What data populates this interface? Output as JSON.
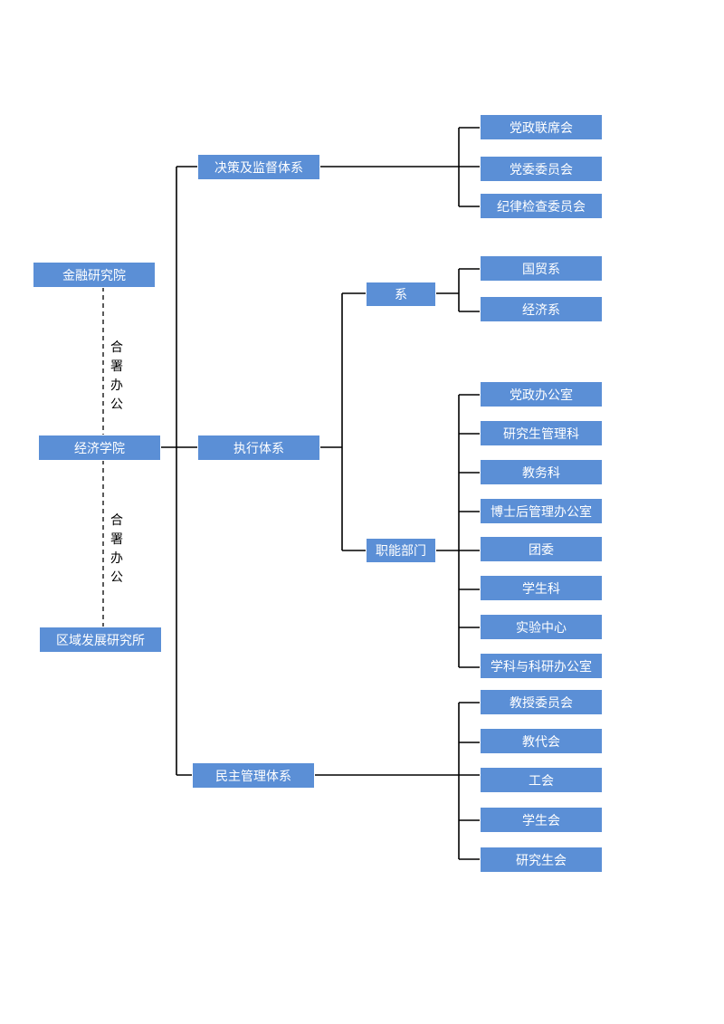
{
  "affiliates": {
    "top": "金融研究院",
    "center": "经济学院",
    "bottom": "区域发展研究所",
    "co_office_top": [
      "合",
      "署",
      "办",
      "公"
    ],
    "co_office_bottom": [
      "合",
      "署",
      "办",
      "公"
    ]
  },
  "systems": {
    "decision": {
      "label": "决策及监督体系",
      "children": [
        "党政联席会",
        "党委委员会",
        "纪律检查委员会"
      ]
    },
    "execution": {
      "label": "执行体系",
      "departments": {
        "label": "系",
        "children": [
          "国贸系",
          "经济系"
        ]
      },
      "functional": {
        "label": "职能部门",
        "children": [
          "党政办公室",
          "研究生管理科",
          "教务科",
          "博士后管理办公室",
          "团委",
          "学生科",
          "实验中心",
          "学科与科研办公室"
        ]
      }
    },
    "democratic": {
      "label": "民主管理体系",
      "children": [
        "教授委员会",
        "教代会",
        "工会",
        "学生会",
        "研究生会"
      ]
    }
  },
  "colors": {
    "box": "#5b8fd6",
    "text": "#ffffff",
    "line": "#000000"
  }
}
